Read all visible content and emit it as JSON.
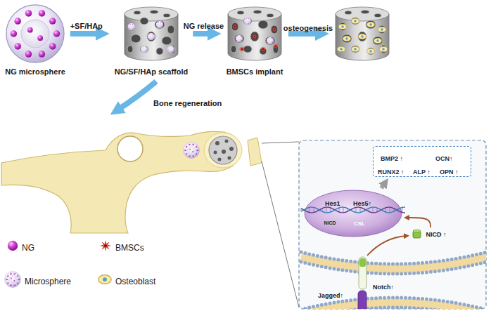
{
  "diagram": {
    "nodes": [
      {
        "text": [
          "NG microsphere"
        ]
      },
      {
        "text": [
          "NG/SF/HAp scaffold"
        ]
      },
      {
        "text": [
          "BMSCs implant"
        ]
      },
      {
        "text": [
          "BMP2 ↑",
          "OCN↑",
          "RUNX2 ↑",
          "ALP ↑",
          "OPN ↑"
        ]
      },
      {
        "text": [
          "Hes1",
          "Hes5↑"
        ]
      },
      {
        "text": [
          "CSL"
        ],
        "in": 4
      },
      {
        "text": [
          "NICD"
        ],
        "in": 4
      },
      {
        "text": [
          "NICD ↑"
        ]
      }
    ],
    "edges": [
      {
        "from": 0,
        "to": 1,
        "label": "+SF/HAp",
        "arrow": "to"
      },
      {
        "from": 1,
        "to": 2,
        "label": "NG release",
        "arrow": "to"
      },
      {
        "from": 4,
        "to": 3,
        "arrow": "to"
      },
      {
        "from": 7,
        "to": 4,
        "arrow": "to"
      }
    ],
    "labels": [
      "osteogenesis",
      "Bone regeneration",
      "Jagged↑",
      "Notch↑"
    ],
    "legend": [
      {
        "text": "NG"
      },
      {
        "text": "BMSCs"
      },
      {
        "text": "Microsphere"
      },
      {
        "text": "Osteoblast"
      }
    ]
  }
}
